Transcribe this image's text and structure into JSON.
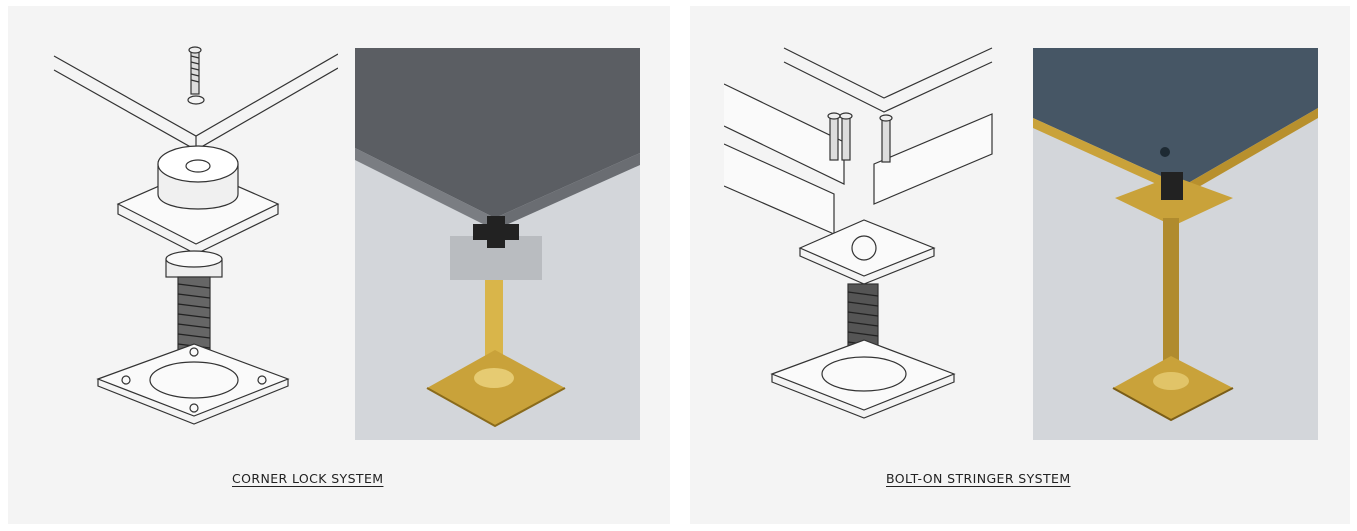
{
  "captions": {
    "left": "CORNER LOCK SYSTEM",
    "right": "BOLT-ON STRINGER SYSTEM"
  },
  "images": {
    "corner_lock_drawing": "exploded-pedestal-drawing",
    "corner_lock_photo": "corner-lock-pedestal-photo",
    "stringer_drawing": "exploded-stringer-drawing",
    "stringer_photo": "bolt-on-stringer-pedestal-photo"
  },
  "colors": {
    "panel_bg": "#f4f4f4",
    "tile_dark": "#5b5e63",
    "photo_bg": "#d3d6da",
    "brass": "#c9a23a",
    "line": "#333333"
  }
}
